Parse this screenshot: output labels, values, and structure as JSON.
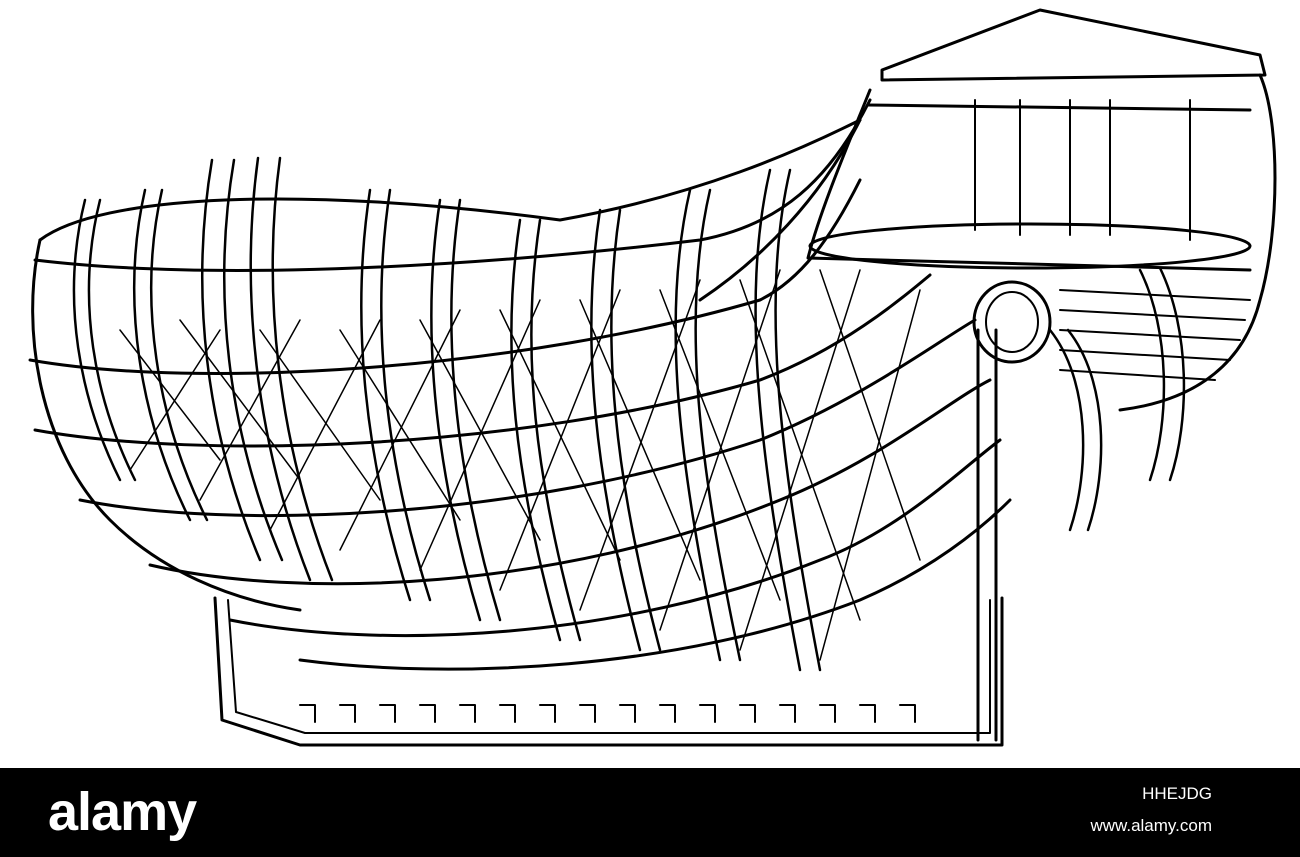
{
  "colors": {
    "ink": "#000000",
    "paper": "#ffffff",
    "footer_bg": "#000000",
    "footer_text": "#ffffff"
  },
  "illustration": {
    "subject": "ship-hull-frame-engraving"
  },
  "footer": {
    "logo": "alamy",
    "image_id": "HHEJDG",
    "url": "www.alamy.com"
  }
}
